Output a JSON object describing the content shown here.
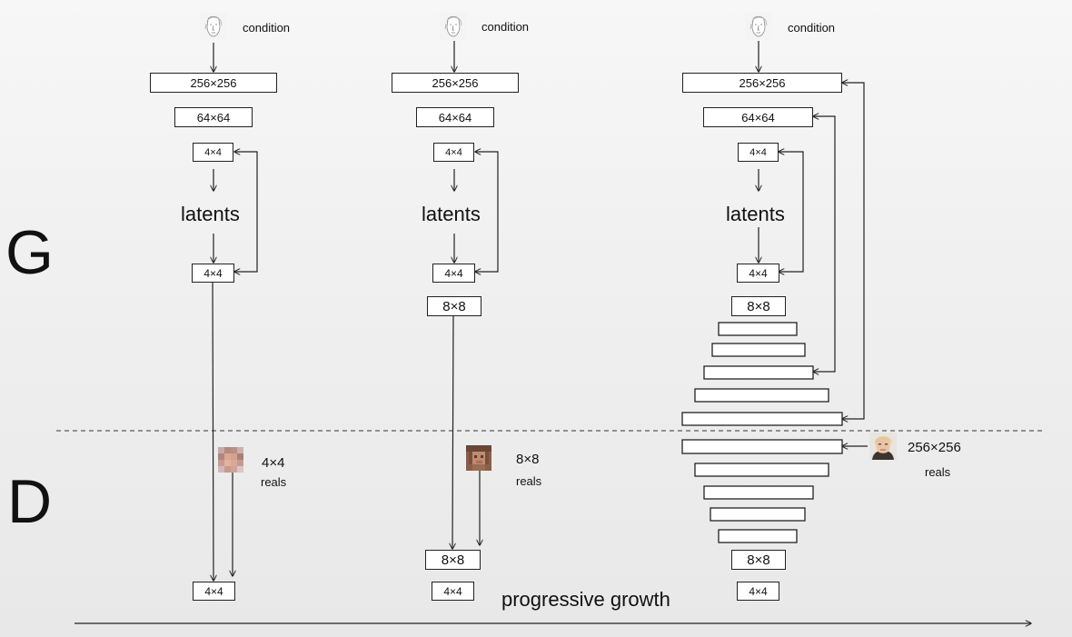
{
  "side_labels": {
    "generator": "G",
    "discriminator": "D"
  },
  "condition_label": "condition",
  "latents_label": "latents",
  "reals_label": "reals",
  "progressive_label": "progressive growth",
  "res": {
    "r256": "256×256",
    "r64": "64×64",
    "r4": "4×4",
    "r8": "8×8"
  },
  "stage1": {
    "reals_res": "4×4"
  },
  "stage2": {
    "reals_res": "8×8"
  },
  "stage3": {
    "reals_res": "256×256"
  },
  "icons": {
    "condition": "sketch-face-icon",
    "reals4": "pixelated-face-icon",
    "reals8": "pixelated-face-icon",
    "reals256": "face-photo-icon"
  }
}
